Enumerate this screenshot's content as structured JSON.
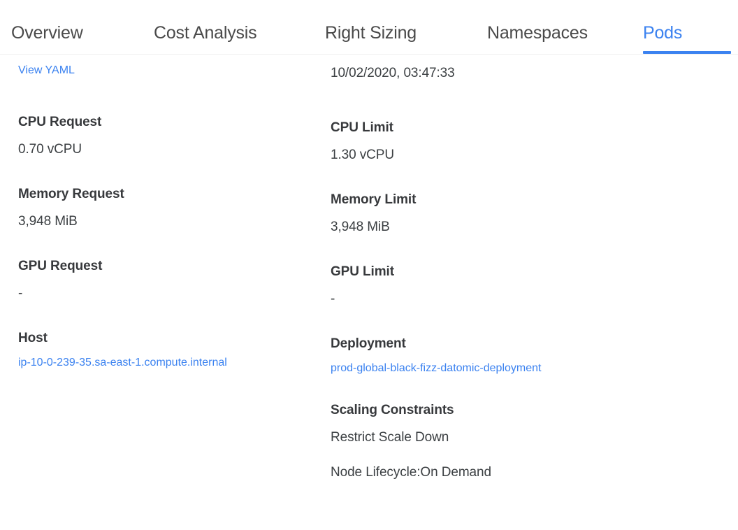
{
  "tabs": [
    {
      "label": "Overview",
      "active": false
    },
    {
      "label": "Cost Analysis",
      "active": false
    },
    {
      "label": "Right Sizing",
      "active": false
    },
    {
      "label": "Namespaces",
      "active": false
    },
    {
      "label": "Pods",
      "active": true
    }
  ],
  "colors": {
    "accent": "#3b82f0",
    "link": "#3b82f0",
    "label": "#37393c",
    "value": "#3c4043",
    "divider": "#eeeeee",
    "tab_inactive": "#4a4a4a"
  },
  "left_column": {
    "view_yaml_link": "View YAML",
    "cpu_request_label": "CPU Request",
    "cpu_request_value": "0.70 vCPU",
    "memory_request_label": "Memory Request",
    "memory_request_value": "3,948 MiB",
    "gpu_request_label": "GPU Request",
    "gpu_request_value": "-",
    "host_label": "Host",
    "host_value": "ip-10-0-239-35.sa-east-1.compute.internal"
  },
  "right_column": {
    "timestamp": "10/02/2020, 03:47:33",
    "cpu_limit_label": "CPU Limit",
    "cpu_limit_value": "1.30 vCPU",
    "memory_limit_label": "Memory Limit",
    "memory_limit_value": "3,948 MiB",
    "gpu_limit_label": "GPU Limit",
    "gpu_limit_value": "-",
    "deployment_label": "Deployment",
    "deployment_value": "prod-global-black-fizz-datomic-deployment",
    "scaling_constraints_label": "Scaling Constraints",
    "scaling_constraints": [
      "Restrict Scale Down",
      "Node Lifecycle:On Demand"
    ]
  }
}
